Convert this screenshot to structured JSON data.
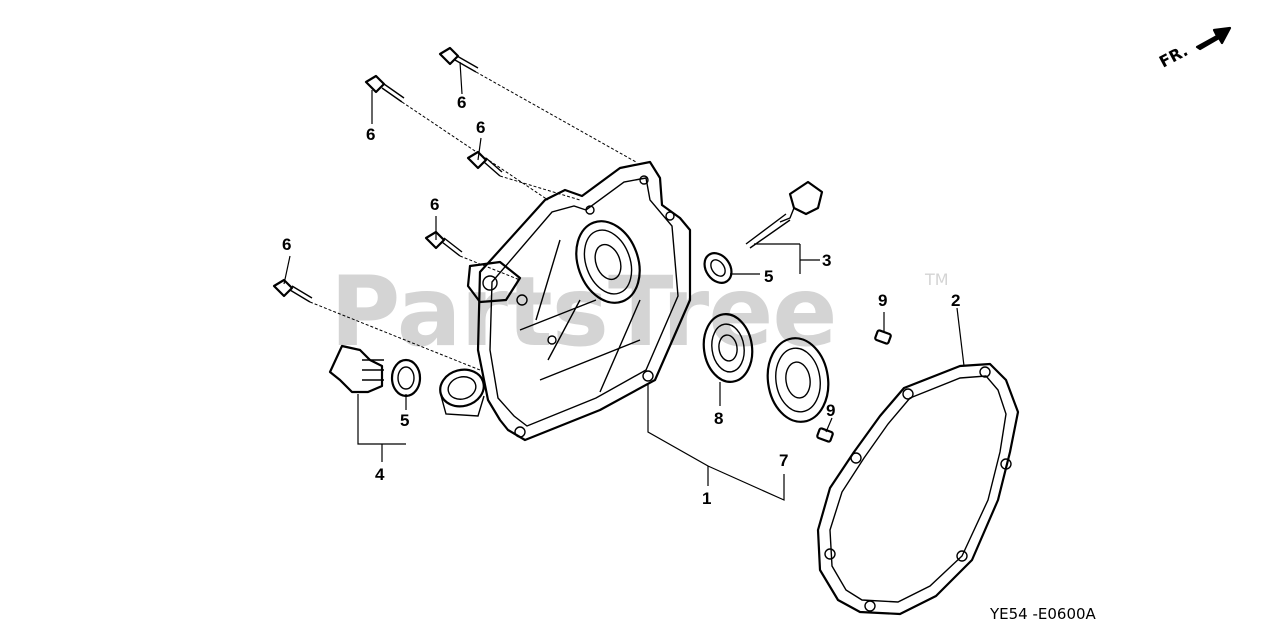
{
  "watermark": {
    "text": "PartsTree",
    "tm": "TM"
  },
  "direction_indicator": {
    "label": "FR."
  },
  "diagram_code": "YE54 -E0600A",
  "callouts": {
    "c1": "1",
    "c2": "2",
    "c3": "3",
    "c4": "4",
    "c5a": "5",
    "c5b": "5",
    "c6a": "6",
    "c6b": "6",
    "c6c": "6",
    "c6d": "6",
    "c6e": "6",
    "c7": "7",
    "c8": "8",
    "c9a": "9",
    "c9b": "9"
  }
}
